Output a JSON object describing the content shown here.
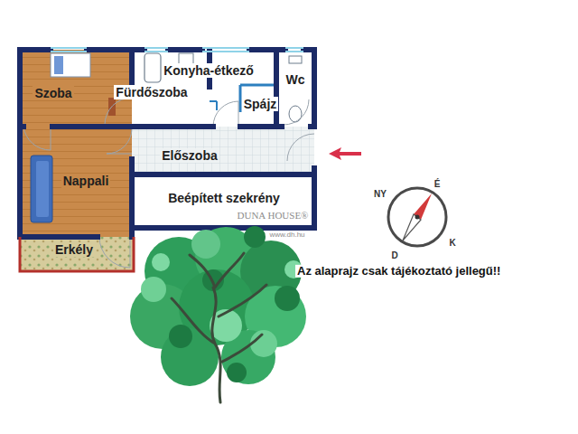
{
  "diagram": {
    "nodes": [
      {
        "text": [
          "Szoba"
        ]
      },
      {
        "text": [
          "Fürdőszoba"
        ]
      },
      {
        "text": [
          "Konyha-étkező"
        ]
      },
      {
        "text": [
          "Spájz"
        ]
      },
      {
        "text": [
          "Wc"
        ]
      },
      {
        "text": [
          "Előszoba"
        ]
      },
      {
        "text": [
          "Nappali"
        ]
      },
      {
        "text": [
          "Beépített szekrény"
        ]
      },
      {
        "text": [
          "Erkély"
        ]
      }
    ],
    "labels": [
      "DUNA HOUSE®",
      "www.dh.hu",
      "NY",
      "É",
      "K",
      "D",
      "Az alaprajz csak tájékoztató jellegű!!"
    ]
  }
}
